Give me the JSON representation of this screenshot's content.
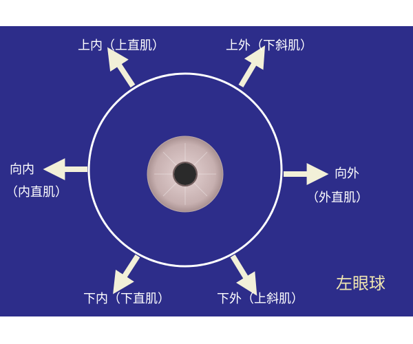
{
  "colors": {
    "background": "#2d2d8a",
    "outline": "#ffffff",
    "arrow": "#f2f0d8",
    "label": "#ffffff",
    "caption": "#f0e6b0",
    "iris": "#c9b3b3",
    "pupil": "#2a2a2a"
  },
  "labels": {
    "up_in": "上内（上直肌）",
    "up_out": "上外（下斜肌）",
    "in_line1": "向内",
    "in_line2": "（内直肌）",
    "out_line1": "向外",
    "out_line2": "（外直肌）",
    "down_in": "下内（下直肌）",
    "down_out": "下外（上斜肌）"
  },
  "caption": "左眼球",
  "icons": {
    "arrows": [
      "up-left-arrow-icon",
      "up-right-arrow-icon",
      "left-arrow-icon",
      "right-arrow-icon",
      "down-left-arrow-icon",
      "down-right-arrow-icon"
    ],
    "eyeball": "eyeball-icon",
    "iris": "iris-icon",
    "pupil": "pupil-icon"
  }
}
